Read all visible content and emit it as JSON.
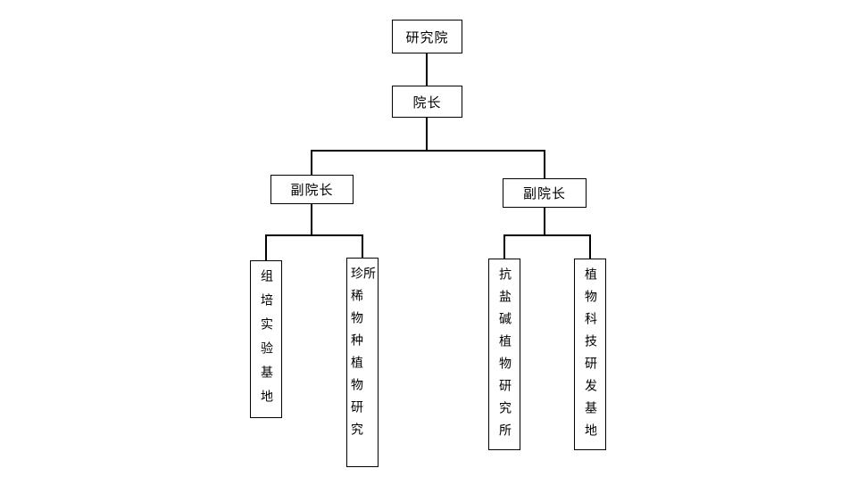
{
  "diagram": {
    "type": "org-chart",
    "colors": {
      "background": "#ffffff",
      "box_fill": "#ffffff",
      "border": "#000000",
      "line": "#000000",
      "text": "#000000"
    }
  },
  "org": {
    "label": "研究院",
    "children": [
      {
        "label": "院长",
        "children": [
          {
            "label": "副院长",
            "children": [
              {
                "label": "组培实验基地"
              },
              {
                "label": "珍稀物种植物研究所"
              }
            ]
          },
          {
            "label": "副院长",
            "children": [
              {
                "label": "抗盐碱植物研究所"
              },
              {
                "label": "植物科技研发基地"
              }
            ]
          }
        ]
      }
    ]
  }
}
